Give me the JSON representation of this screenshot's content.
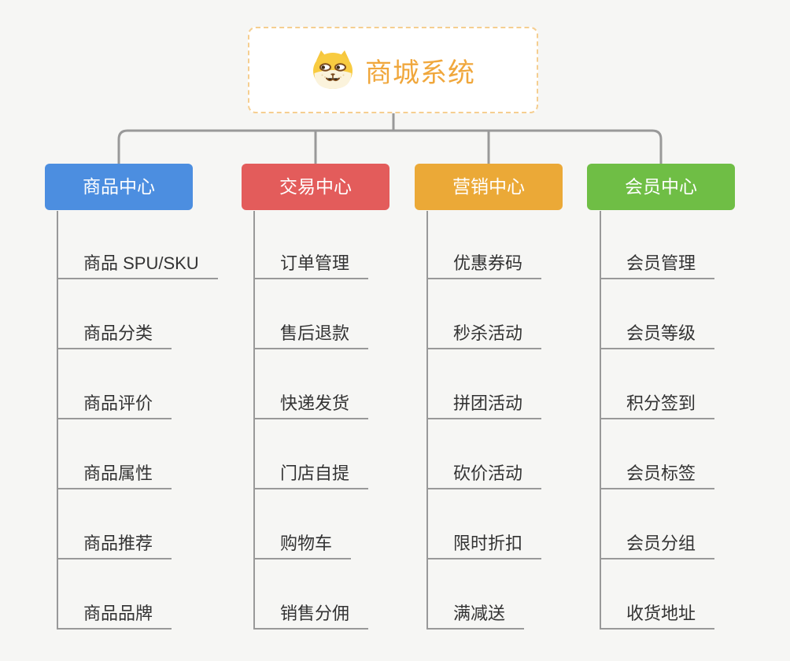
{
  "root": {
    "title": "商城系统",
    "icon": "shiba-dog-icon"
  },
  "branches": [
    {
      "label": "商品中心",
      "color": "#4c8ee0",
      "children": [
        "商品 SPU/SKU",
        "商品分类",
        "商品评价",
        "商品属性",
        "商品推荐",
        "商品品牌"
      ]
    },
    {
      "label": "交易中心",
      "color": "#e35c5b",
      "children": [
        "订单管理",
        "售后退款",
        "快递发货",
        "门店自提",
        "购物车",
        "销售分佣"
      ]
    },
    {
      "label": "营销中心",
      "color": "#eba937",
      "children": [
        "优惠券码",
        "秒杀活动",
        "拼团活动",
        "砍价活动",
        "限时折扣",
        "满减送"
      ]
    },
    {
      "label": "会员中心",
      "color": "#6fbe45",
      "children": [
        "会员管理",
        "会员等级",
        "积分签到",
        "会员标签",
        "会员分组",
        "收货地址"
      ]
    }
  ],
  "colors": {
    "canvas_bg": "#f6f6f4",
    "connector": "#999999",
    "root_border": "#f5ce90",
    "root_title_text": "#f0a73c",
    "child_text": "#333333",
    "header_text": "#ffffff"
  }
}
